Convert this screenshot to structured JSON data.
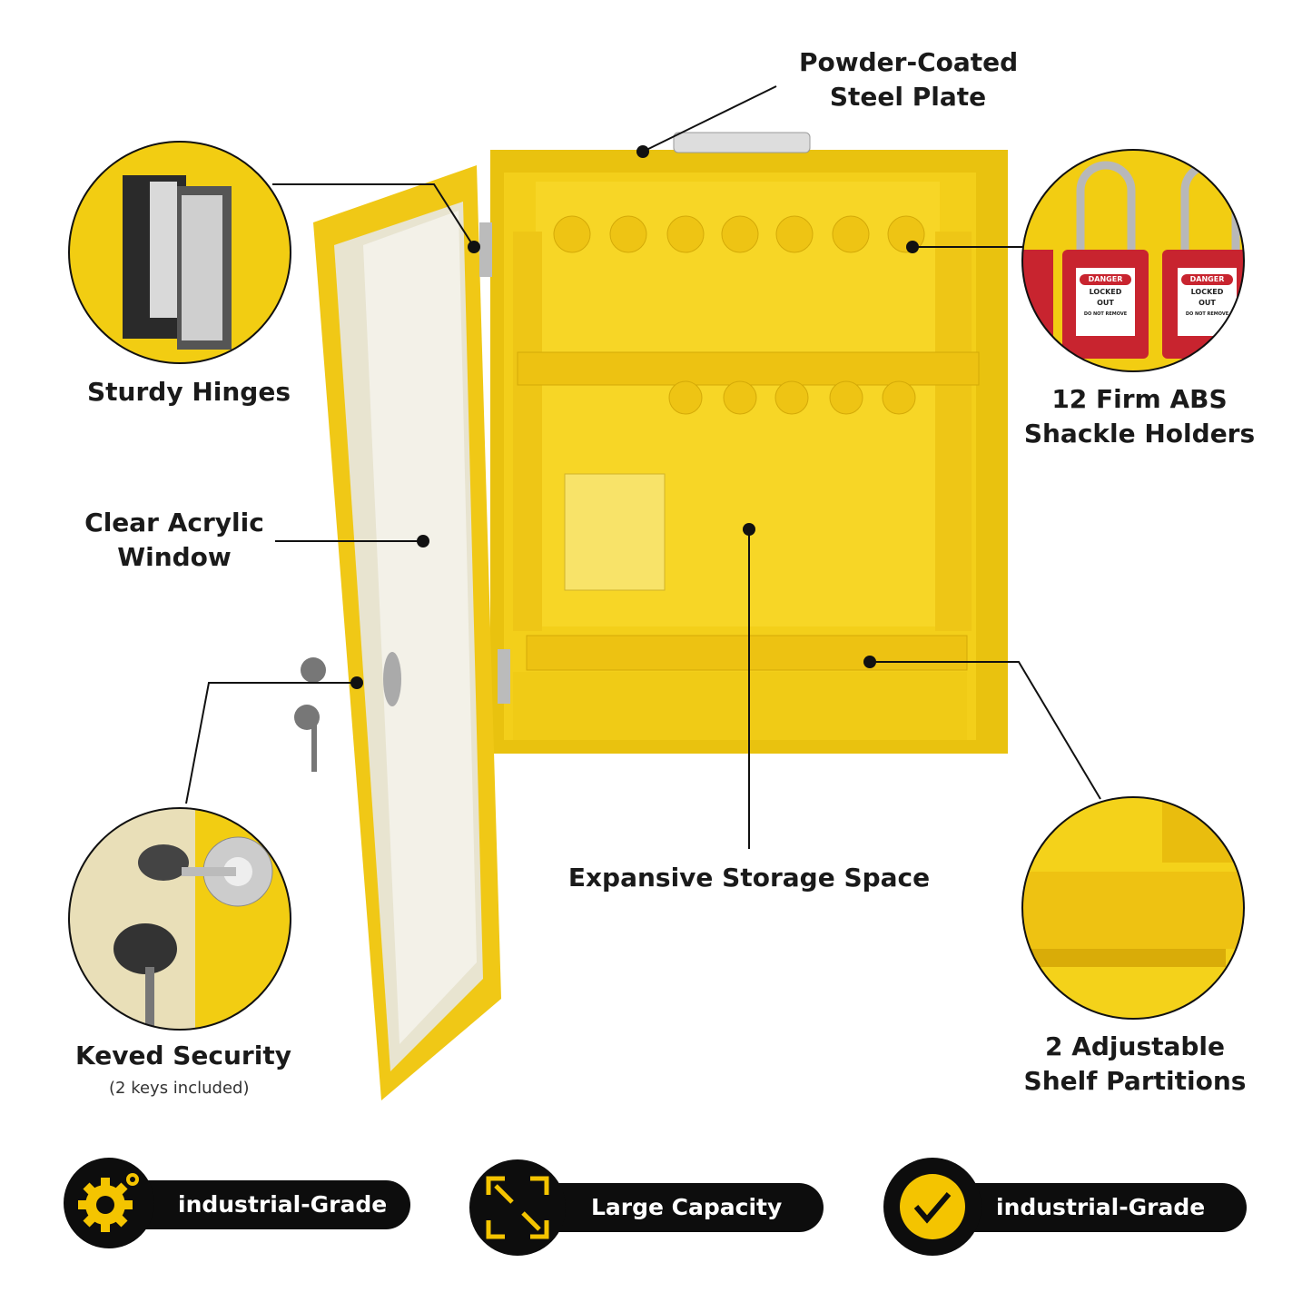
{
  "callouts": {
    "steel_plate": [
      "Powder-Coated",
      "Steel Plate"
    ],
    "hinges": "Sturdy Hinges",
    "window": [
      "Clear Acrylic",
      "Window"
    ],
    "security": "Keved Security",
    "security_note": "(2 keys included)",
    "holders": [
      "12 Firm ABS",
      "Shackle Holders"
    ],
    "storage": "Expansive Storage Space",
    "shelves": [
      "2 Adjustable",
      "Shelf Partitions"
    ]
  },
  "padlock_tags": {
    "header": "DANGER",
    "line1": "LOCKED",
    "line2": "OUT",
    "line3": "DO NOT REMOVE"
  },
  "badges": [
    {
      "label": "industrial-Grade",
      "icon": "gear-icon"
    },
    {
      "label": "Large Capacity",
      "icon": "expand-arrows-icon"
    },
    {
      "label": "industrial-Grade",
      "icon": "checkmark-circle-icon"
    }
  ],
  "colors": {
    "yellow": "#f5d21a",
    "dark": "#0d0d0d",
    "accent": "#f4c400",
    "lock_red": "#c8242f"
  }
}
